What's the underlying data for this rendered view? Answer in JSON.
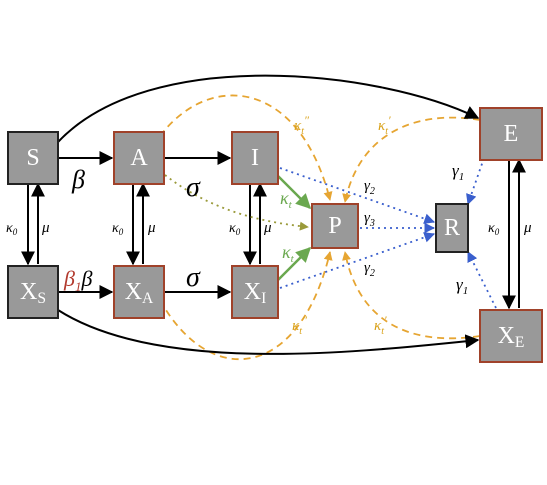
{
  "colors": {
    "node_fill": "#999999",
    "node_border_dark": "#222222",
    "node_border_red": "#a0422a",
    "black_arrow": "#000000",
    "green_arrow": "#6aa84f",
    "blue_dotted": "#3a5fcd",
    "orange_dashed": "#e6a532",
    "olive_dotted": "#9a9a3a",
    "red_text": "#b23a2e",
    "orange_text": "#d9a21a"
  },
  "nodes": {
    "S": {
      "text": "S",
      "sub": ""
    },
    "A": {
      "text": "A",
      "sub": ""
    },
    "I": {
      "text": "I",
      "sub": ""
    },
    "P": {
      "text": "P",
      "sub": ""
    },
    "R": {
      "text": "R",
      "sub": ""
    },
    "E": {
      "text": "E",
      "sub": ""
    },
    "XS": {
      "text": "X",
      "sub": "S"
    },
    "XA": {
      "text": "X",
      "sub": "A"
    },
    "XI": {
      "text": "X",
      "sub": "I"
    },
    "XE": {
      "text": "X",
      "sub": "E"
    }
  },
  "labels": {
    "beta": "β",
    "beta1": "β",
    "beta1_sub": "1",
    "sigma": "σ",
    "kappa0": "κ",
    "kappa0_sub": "0",
    "mu": "μ",
    "kappa_t": "κ",
    "kappa_t_sub": "t",
    "kappa_t_prime": "κ",
    "kappa_t_prime_sub": "t",
    "prime": "′",
    "double_prime": "″",
    "gamma": "γ",
    "gamma1_sub": "1",
    "gamma2_sub": "2",
    "gamma3_sub": "3"
  }
}
